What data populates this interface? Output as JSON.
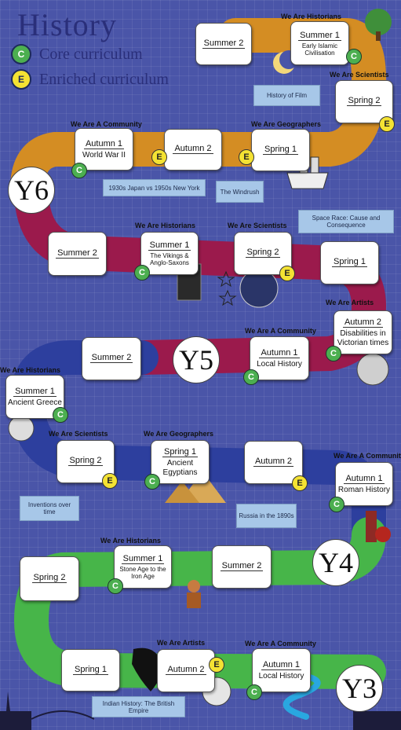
{
  "title": "History",
  "legend": {
    "core": {
      "letter": "C",
      "label": "Core curriculum"
    },
    "enriched": {
      "letter": "E",
      "label": "Enriched curriculum"
    }
  },
  "years": {
    "y6": "Y6",
    "y5": "Y5",
    "y4": "Y4",
    "y3": "Y3"
  },
  "arcs": {
    "historians": "We Are Historians",
    "scientists": "We Are Scientists",
    "community": "We Are A Community",
    "geographers": "We Are Geographers",
    "artists": "We Are Artists"
  },
  "units": {
    "y6_summer2": {
      "term": "Summer 2",
      "topic": ""
    },
    "y6_summer1": {
      "term": "Summer 1",
      "topic": "Early Islamic Civilisation",
      "type": "C"
    },
    "y6_spring2": {
      "term": "Spring 2",
      "topic": "",
      "type": "E"
    },
    "y6_spring1": {
      "term": "Spring 1",
      "topic": "",
      "type": "E"
    },
    "y6_autumn2": {
      "term": "Autumn 2",
      "topic": "",
      "type": "E"
    },
    "y6_autumn1": {
      "term": "Autumn 1",
      "topic": "World War II",
      "type": "C"
    },
    "y5_summer2": {
      "term": "Summer 2",
      "topic": ""
    },
    "y5_summer1": {
      "term": "Summer 1",
      "topic": "The Vikings & Anglo-Saxons",
      "type": "C"
    },
    "y5_spring2": {
      "term": "Spring 2",
      "topic": "",
      "type": "E"
    },
    "y5_spring1": {
      "term": "Spring 1",
      "topic": ""
    },
    "y5_autumn2": {
      "term": "Autumn 2",
      "topic": "Disabilities in Victorian times",
      "type": "C"
    },
    "y5_autumn1": {
      "term": "Autumn 1",
      "topic": "Local History",
      "type": "C"
    },
    "y4_summer2": {
      "term": "Summer 2",
      "topic": ""
    },
    "y4_summer1": {
      "term": "Summer 1",
      "topic": "Ancient Greece",
      "type": "C"
    },
    "y4_spring2": {
      "term": "Spring 2",
      "topic": "",
      "type": "E"
    },
    "y4_spring1": {
      "term": "Spring 1",
      "topic": "Ancient Egyptians",
      "type": "C"
    },
    "y4_autumn2": {
      "term": "Autumn 2",
      "topic": "",
      "type": "E"
    },
    "y4_autumn1": {
      "term": "Autumn 1",
      "topic": "Roman History",
      "type": "C"
    },
    "y3_spring2": {
      "term": "Spring 2",
      "topic": ""
    },
    "y3_summer1": {
      "term": "Summer 1",
      "topic": "Stone Age to the Iron Age",
      "type": "C"
    },
    "y3_summer2": {
      "term": "Summer 2",
      "topic": ""
    },
    "y3_spring1": {
      "term": "Spring 1",
      "topic": ""
    },
    "y3_autumn2": {
      "term": "Autumn 2",
      "topic": "",
      "type": "E"
    },
    "y3_autumn1": {
      "term": "Autumn 1",
      "topic": "Local History",
      "type": "C"
    }
  },
  "notes": {
    "history_of_film": "History of Film",
    "japan_ny": "1930s Japan vs 1950s New York",
    "windrush": "The Windrush",
    "space_race": "Space Race: Cause and Consequence",
    "inventions": "Inventions over time",
    "russia": "Russia in the 1890s",
    "indian_history": "Indian History: The British Empire"
  },
  "colors": {
    "background": "#4a55a8",
    "y6_road": "#d48d23",
    "y5_road": "#9b1a4c",
    "y4_road": "#2d3f9e",
    "y3_road": "#47b549",
    "core_badge": "#4caf50",
    "enriched_badge": "#f4e233"
  }
}
